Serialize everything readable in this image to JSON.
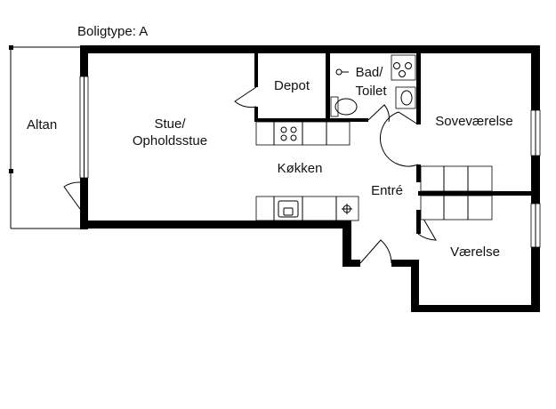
{
  "plan": {
    "title": "Boligtype: A",
    "rooms": {
      "altan": "Altan",
      "stue_line1": "Stue/",
      "stue_line2": "Opholdsstue",
      "depot": "Depot",
      "bad_line1": "Bad/",
      "bad_line2": "Toilet",
      "sovevaerelse": "Soveværelse",
      "koekken": "Køkken",
      "entre": "Entré",
      "vaerelse": "Værelse"
    },
    "colors": {
      "wall": "#000000",
      "background": "#ffffff"
    }
  }
}
